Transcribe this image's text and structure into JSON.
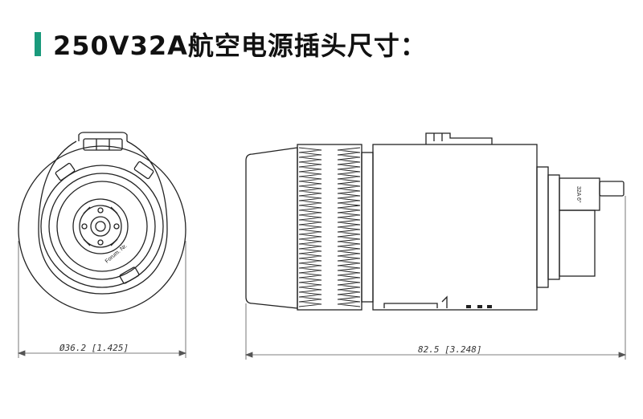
{
  "title": {
    "text": "250V32A航空电源插头尺寸：",
    "accent_color": "#1a9a7c"
  },
  "front_view": {
    "diameter_label": "Ø36.2 [1.425]",
    "marking": "Forum. Nr."
  },
  "side_view": {
    "length_label": "82.5 [3.248]",
    "marking_rating": "32A 6°"
  },
  "colors": {
    "line": "#222222",
    "dimension_line": "#555555"
  }
}
